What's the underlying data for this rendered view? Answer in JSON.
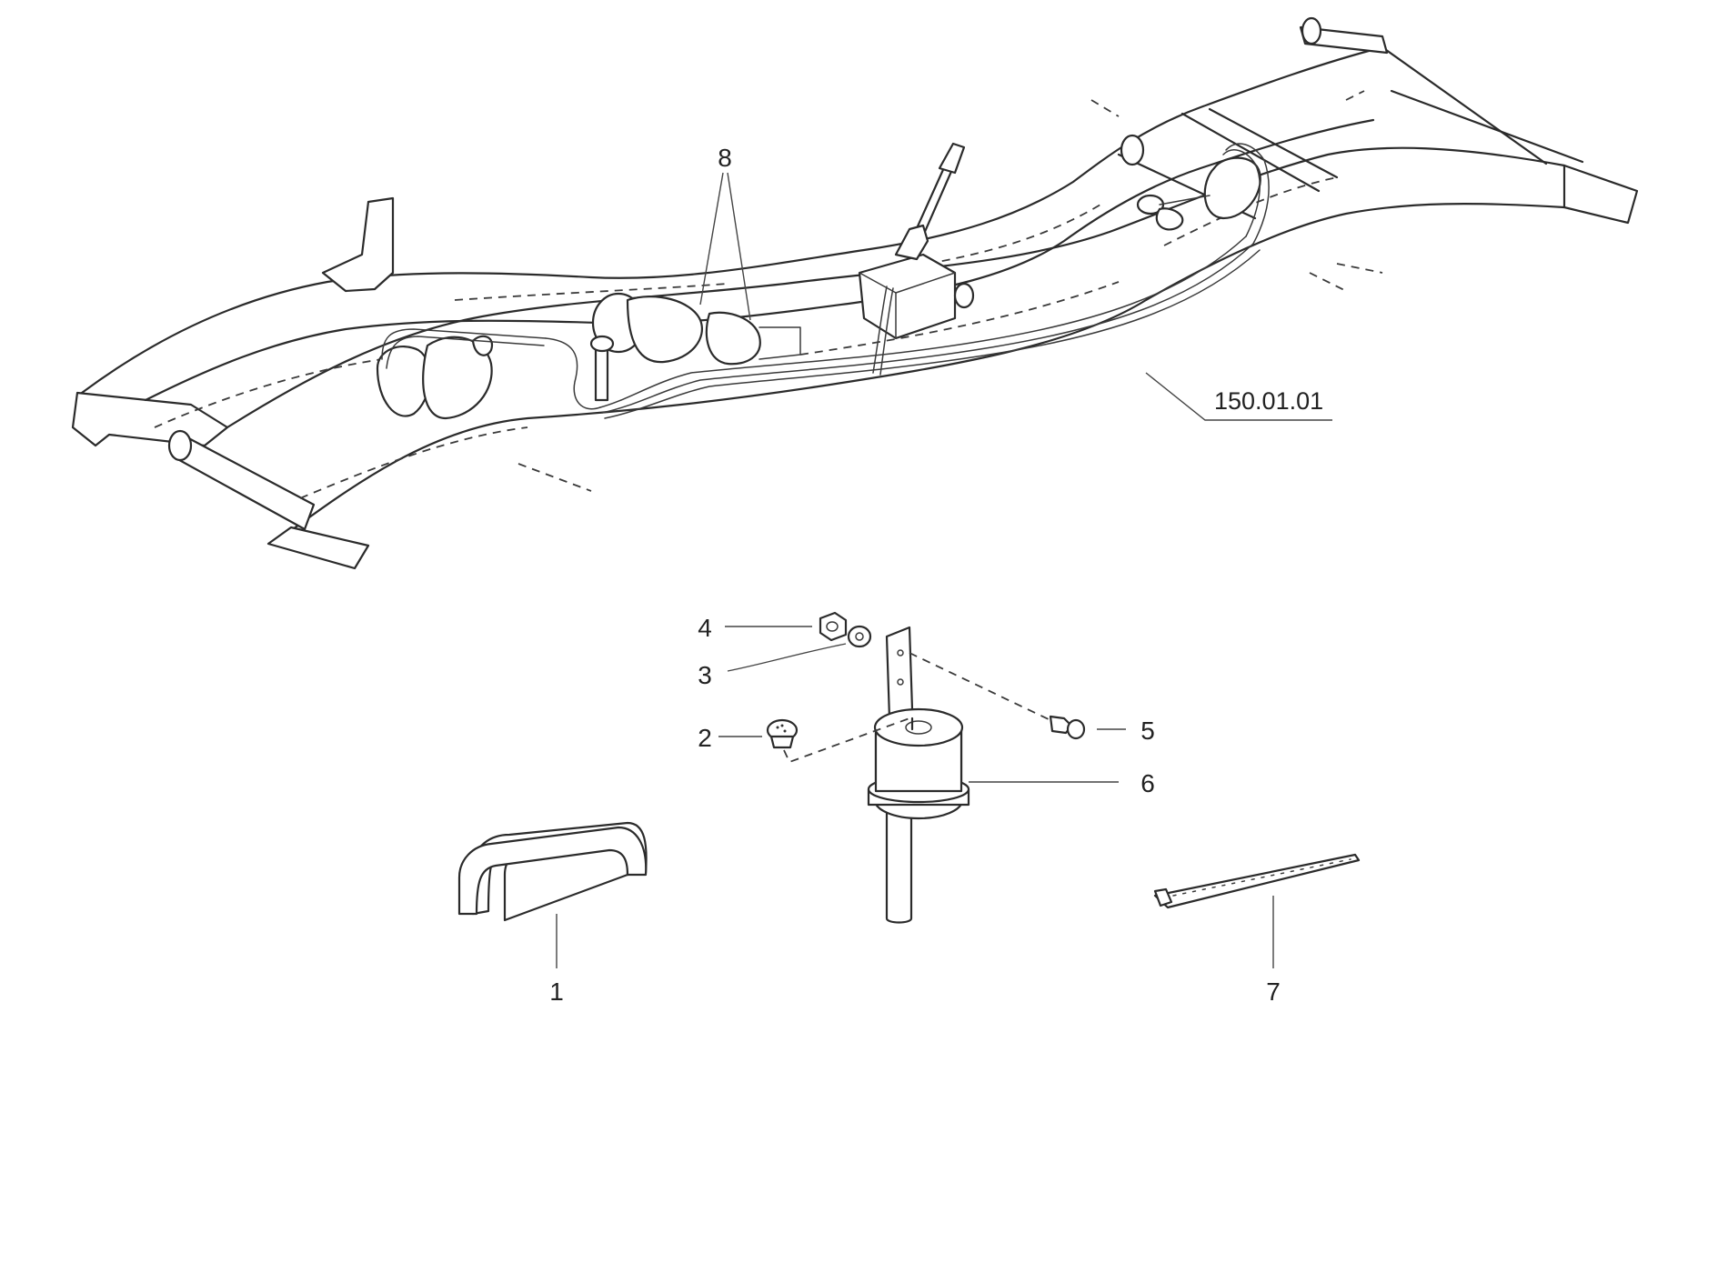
{
  "diagram": {
    "reference": "150.01.01",
    "callouts": [
      {
        "id": "c1",
        "label": "1"
      },
      {
        "id": "c2",
        "label": "2"
      },
      {
        "id": "c3",
        "label": "3"
      },
      {
        "id": "c4",
        "label": "4"
      },
      {
        "id": "c5",
        "label": "5"
      },
      {
        "id": "c6",
        "label": "6"
      },
      {
        "id": "c7",
        "label": "7"
      },
      {
        "id": "c8",
        "label": "8"
      }
    ]
  },
  "colors": {
    "line": "#2b2b2b",
    "background": "#ffffff"
  }
}
